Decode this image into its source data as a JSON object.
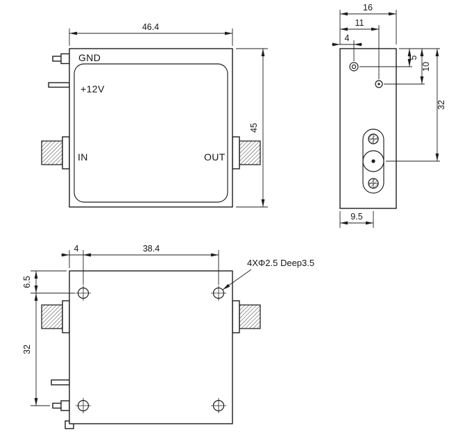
{
  "front_view": {
    "label_gnd": "GND",
    "label_power": "+12V",
    "label_in": "IN",
    "label_out": "OUT",
    "dim_width": "46.4",
    "dim_height": "45"
  },
  "side_view": {
    "dim_depth": "16",
    "dim_pin_offset": "11",
    "dim_hole_offset": "4",
    "dim_hole_from_top": "5",
    "dim_pin_from_top": "10",
    "dim_sma_from_top": "32",
    "dim_sma_inset": "9.5"
  },
  "bottom_view": {
    "dim_hole_edge_x": "4",
    "dim_hole_span_x": "38.4",
    "dim_hole_edge_y": "6.5",
    "dim_hole_span_y": "32",
    "hole_note": "4XΦ2.5 Deep3.5"
  },
  "colors": {
    "line": "#1c1c1c",
    "background": "#ffffff"
  }
}
